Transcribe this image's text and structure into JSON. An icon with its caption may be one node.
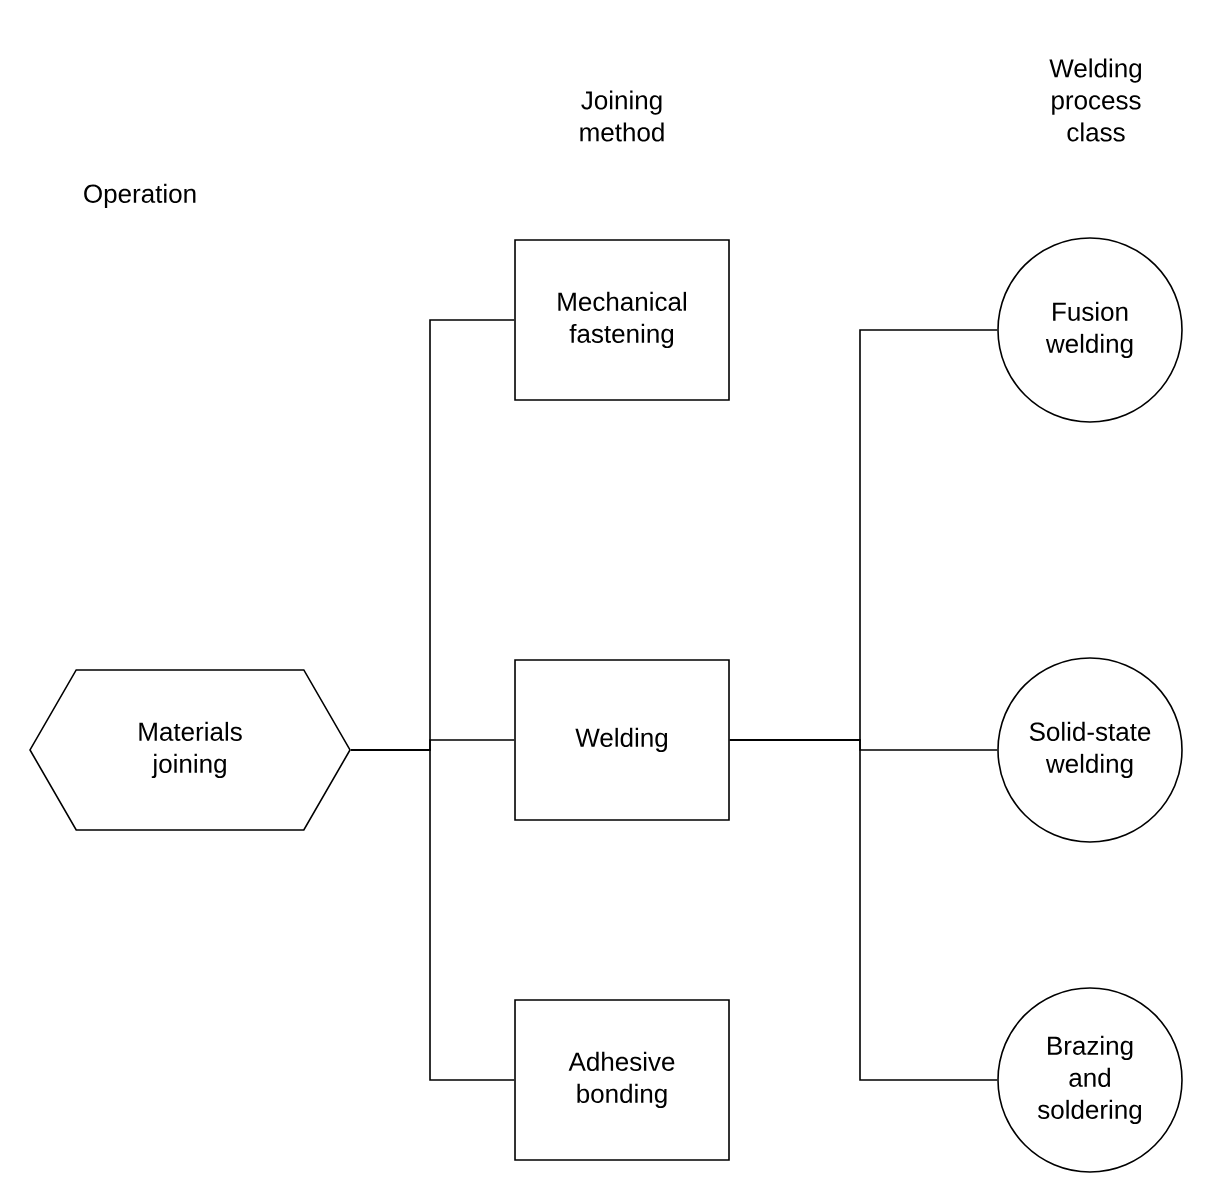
{
  "diagram": {
    "nodes": [
      {
        "text": [
          "Materials joining"
        ]
      },
      {
        "text": [
          "Mechanical fastening"
        ]
      },
      {
        "text": [
          "Welding"
        ]
      },
      {
        "text": [
          "Adhesive bonding"
        ]
      },
      {
        "text": [
          "Fusion welding"
        ]
      },
      {
        "text": [
          "Solid-state welding"
        ]
      },
      {
        "text": [
          "Brazing and soldering"
        ]
      }
    ],
    "edges": [
      {
        "from": 0,
        "to": 1,
        "arrow": "none"
      },
      {
        "from": 0,
        "to": 2,
        "arrow": "none"
      },
      {
        "from": 0,
        "to": 3,
        "arrow": "none"
      },
      {
        "from": 2,
        "to": 4,
        "arrow": "none"
      },
      {
        "from": 2,
        "to": 5,
        "arrow": "none"
      },
      {
        "from": 2,
        "to": 6,
        "arrow": "none"
      }
    ],
    "labels": [
      "Operation",
      "Joining method",
      "Welding process class"
    ]
  }
}
